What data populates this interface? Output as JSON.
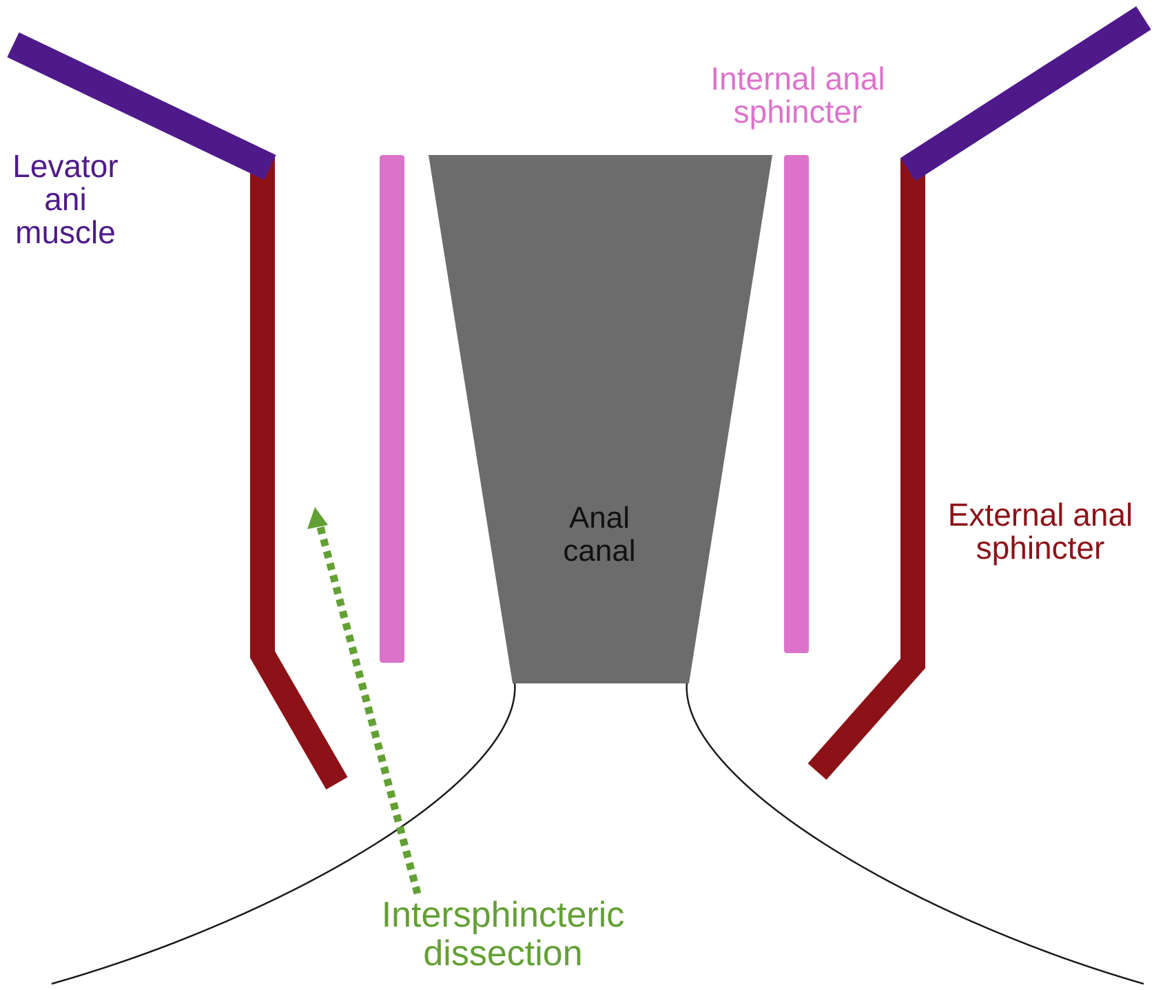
{
  "colors": {
    "levator": "#4e1a8a",
    "external_sphincter": "#8c1218",
    "internal_sphincter": "#dc73cb",
    "anal_canal": "#6c6c6c",
    "dissection": "#63a034",
    "skin_line": "#1a1a1a",
    "text_dark": "#111111"
  },
  "labels": {
    "levator": {
      "line1": "Levator",
      "line2": "ani",
      "line3": "muscle"
    },
    "internal_sphincter": {
      "line1": "Internal anal",
      "line2": "sphincter"
    },
    "anal_canal": {
      "line1": "Anal",
      "line2": "canal"
    },
    "external_sphincter": {
      "line1": "External anal",
      "line2": "sphincter"
    },
    "dissection": {
      "line1": "Intersphincteric",
      "line2": "dissection"
    }
  }
}
